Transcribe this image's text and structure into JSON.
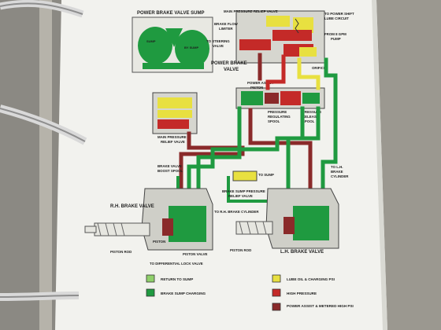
{
  "diagram": {
    "labels": {
      "sump_title": "POWER BRAKE VALVE SUMP",
      "sump_left": "SUMP",
      "sump_right": "BY SUMP",
      "main_relief": "MAIN PRESSURE RELIEF VALVE",
      "power_shift": "TO POWER SHIFT",
      "lube_circuit": "LUBE CIRCUIT",
      "flow_limiter_1": "BRAKE FLOW",
      "flow_limiter_2": "LIMITER",
      "from_pump_1": "FROM 8 GPM",
      "from_pump_2": "PUMP",
      "steering_1": "TO STEERING",
      "steering_2": "VALVE",
      "power_brake_1": "POWER BRAKE",
      "power_brake_2": "VALVE",
      "orifice": "ORIFICE",
      "assist_1": "POWER ASSIST",
      "assist_2": "PISTON",
      "regulating_1": "PRESSURE",
      "regulating_2": "REGULATING",
      "regulating_3": "SPOOL",
      "release_1": "PRESSURE",
      "release_2": "RELEASE",
      "release_3": "SPOOL",
      "main_relief_small_1": "MAIN PRESSURE",
      "main_relief_small_2": "RELIEF VALVE",
      "boost_1": "BRAKE VALVE",
      "boost_2": "BOOST SPOOL",
      "to_sump": "TO SUMP",
      "sump_relief_1": "BRAKE SUMP PRESSURE",
      "sump_relief_2": "RELIEF VALVE",
      "lh_cyl_1": "TO L.H.",
      "lh_cyl_2": "BRAKE",
      "lh_cyl_3": "CYLINDER",
      "rh_valve": "R.H. BRAKE VALVE",
      "rh_cyl": "TO R.H. BRAKE CYLINDER",
      "piston_left": "PISTON",
      "piston_valve": "PISTON VALVE",
      "piston_rod_left": "PISTON ROD",
      "piston_rod_right": "PISTON ROD",
      "lh_valve": "L.H. BRAKE VALVE",
      "diff_lock": "TO DIFFERENTIAL LOCK VALVE"
    },
    "legend": [
      {
        "label": "RETURN TO SUMP",
        "color": "#8fd06a"
      },
      {
        "label": "BRAKE SUMP CHARGING",
        "color": "#1f9a40"
      },
      {
        "label": "LUBE OIL & CHARGING PSI",
        "color": "#e8e040"
      },
      {
        "label": "HIGH PRESSURE",
        "color": "#c42a28"
      },
      {
        "label": "POWER ASSIST & METERED HIGH PSI",
        "color": "#8a2a2a"
      }
    ],
    "colors": {
      "green": "#1f9a40",
      "light_green": "#8fd06a",
      "yellow": "#e8e040",
      "red": "#c42a28",
      "maroon": "#8a2a2a",
      "paper": "#f2f2ee",
      "background": "#6f6d66"
    }
  }
}
